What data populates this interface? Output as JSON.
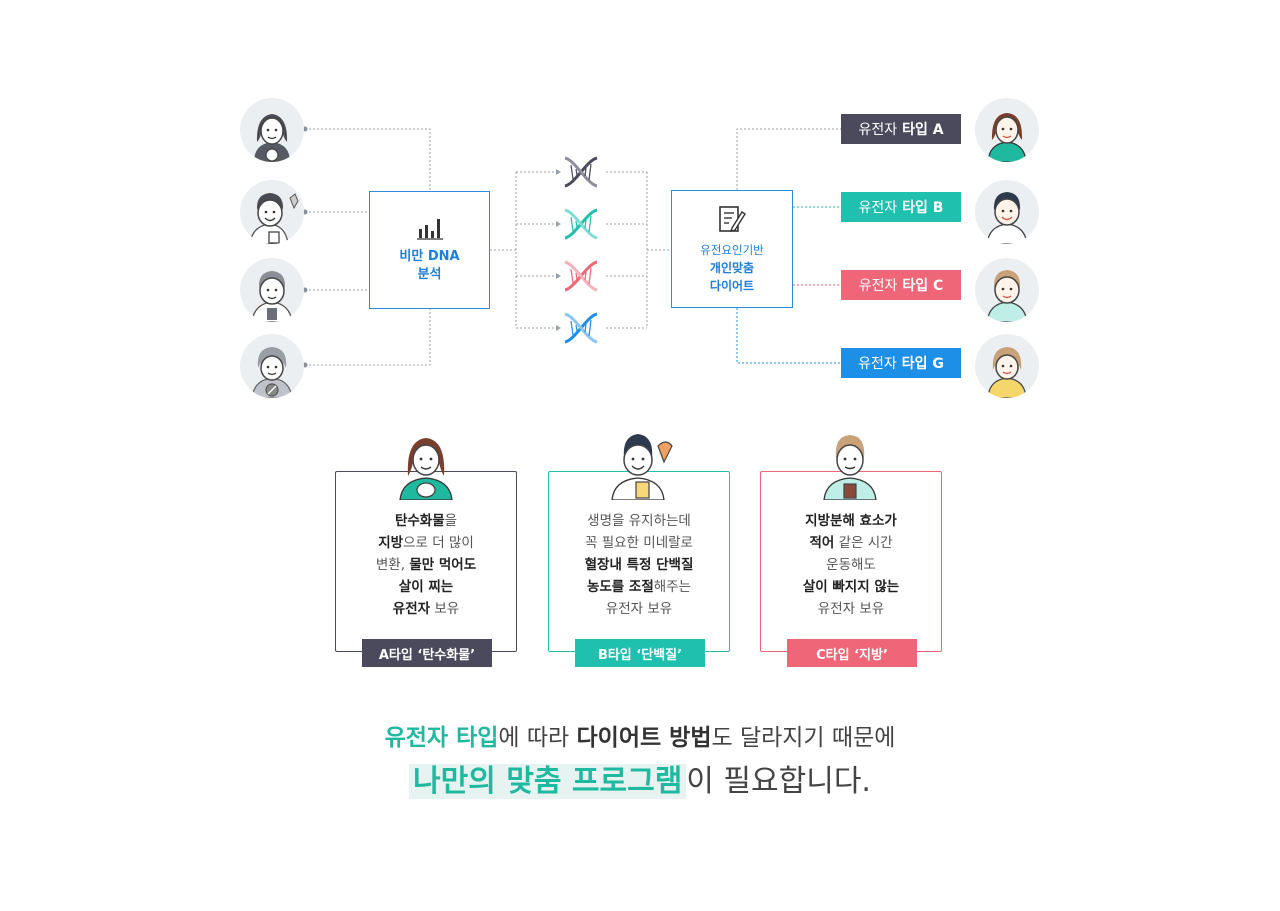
{
  "hub_left": {
    "line1": "비만 DNA",
    "line2": "분석",
    "icon": "bar-chart-icon"
  },
  "hub_right": {
    "line1": "유전요인기반",
    "line2": "개인맞춤",
    "line3": "다이어트",
    "icon": "document-pen-icon"
  },
  "types": [
    {
      "prefix": "유전자",
      "name": "타입 A",
      "color": "#4a4a5c"
    },
    {
      "prefix": "유전자",
      "name": "타입 B",
      "color": "#1fc0ad"
    },
    {
      "prefix": "유전자",
      "name": "타입 C",
      "color": "#ee6677"
    },
    {
      "prefix": "유전자",
      "name": "타입 G",
      "color": "#1e8fe6"
    }
  ],
  "cards": [
    {
      "lines": [
        [
          {
            "t": "탄수화물",
            "b": true
          },
          {
            "t": "을",
            "b": false
          }
        ],
        [
          {
            "t": "지방",
            "b": true
          },
          {
            "t": "으로 더 많이",
            "b": false
          }
        ],
        [
          {
            "t": "변환, ",
            "b": false
          },
          {
            "t": "물만 먹어도",
            "b": true
          }
        ],
        [
          {
            "t": "살이 찌는",
            "b": true
          }
        ],
        [
          {
            "t": "유전자",
            "b": true
          },
          {
            "t": " 보유",
            "b": false
          }
        ]
      ],
      "tag": "A타입 ‘탄수화물’",
      "color": "#4a4a5c"
    },
    {
      "lines": [
        [
          {
            "t": "생명을 유지하는데",
            "b": false
          }
        ],
        [
          {
            "t": "꼭 필요한 미네랄로",
            "b": false
          }
        ],
        [
          {
            "t": "혈장내 특정 단백질",
            "b": true
          }
        ],
        [
          {
            "t": "농도를 조절",
            "b": true
          },
          {
            "t": "해주는",
            "b": false
          }
        ],
        [
          {
            "t": "유전자 보유",
            "b": false
          }
        ]
      ],
      "tag": "B타입 ‘단백질’",
      "color": "#1fc0ad"
    },
    {
      "lines": [
        [
          {
            "t": "지방분해 효소가",
            "b": true
          }
        ],
        [
          {
            "t": "적어",
            "b": true
          },
          {
            "t": " 같은 시간",
            "b": false
          }
        ],
        [
          {
            "t": "운동해도",
            "b": false
          }
        ],
        [
          {
            "t": "살이 빠지지 않는",
            "b": true
          }
        ],
        [
          {
            "t": "유전자 보유",
            "b": false
          }
        ]
      ],
      "tag": "C타입 ‘지방’",
      "color": "#ee6677"
    }
  ],
  "bottom": {
    "line1_a": "유전자 타입",
    "line1_b": "에 따라 ",
    "line1_c": "다이어트 방법",
    "line1_d": "도 달라지기 때문에",
    "line2_a": "나만의 맞춤 프로그램",
    "line2_b": "이 필요합니다."
  },
  "dna_colors": [
    "#4a4a5c",
    "#1fc0ad",
    "#ee6677",
    "#1e8fe6"
  ]
}
